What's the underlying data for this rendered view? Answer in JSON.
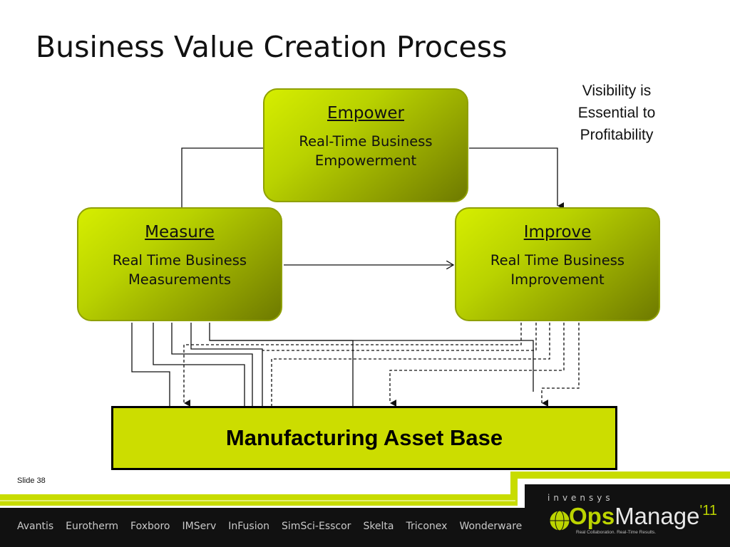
{
  "title": "Business Value Creation Process",
  "callout": [
    "Visibility is",
    "Essential to",
    "Profitability"
  ],
  "nodes": {
    "empower": {
      "heading": "Empower",
      "body": "Real-Time Business Empowerment"
    },
    "measure": {
      "heading": "Measure",
      "body": "Real Time Business Measurements"
    },
    "improve": {
      "heading": "Improve",
      "body": "Real Time Business Improvement"
    }
  },
  "asset_base": "Manufacturing Asset Base",
  "slide_number": "Slide 38",
  "footer_brands": [
    "Avantis",
    "Eurotherm",
    "Foxboro",
    "IMServ",
    "InFusion",
    "SimSci-Esscor",
    "Skelta",
    "Triconex",
    "Wonderware"
  ],
  "logo": {
    "company": "invensys",
    "product_part1": "Ops",
    "product_part2": "Manage",
    "year": "'11",
    "tagline": "Real Collaboration. Real-Time Results."
  },
  "colors": {
    "node_light": "#d6ee00",
    "node_dark": "#6e7a00",
    "asset_fill": "#ccdd00",
    "footer_bg": "#111111",
    "accent": "#bcd400",
    "footer_stripe": "#c8dc00"
  }
}
